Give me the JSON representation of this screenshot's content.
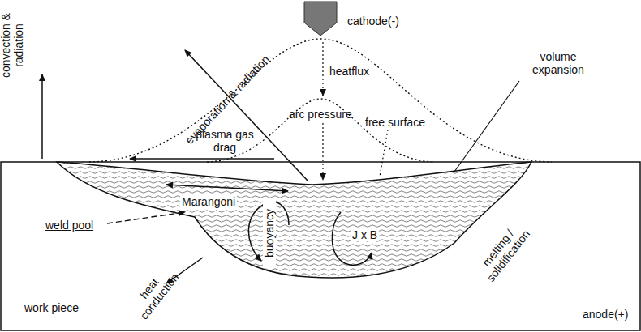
{
  "diagram": {
    "labels": [
      "convection & radiation",
      "evaporation & radiation",
      "cathode(-)",
      "heatflux",
      "arc pressure",
      "volume expansion",
      "free surface",
      "plasma gas drag",
      "Marangoni",
      "weld pool",
      "buoyancy",
      "J x B",
      "heat conduction",
      "melting / solidification",
      "work piece",
      "anode(+)"
    ]
  }
}
